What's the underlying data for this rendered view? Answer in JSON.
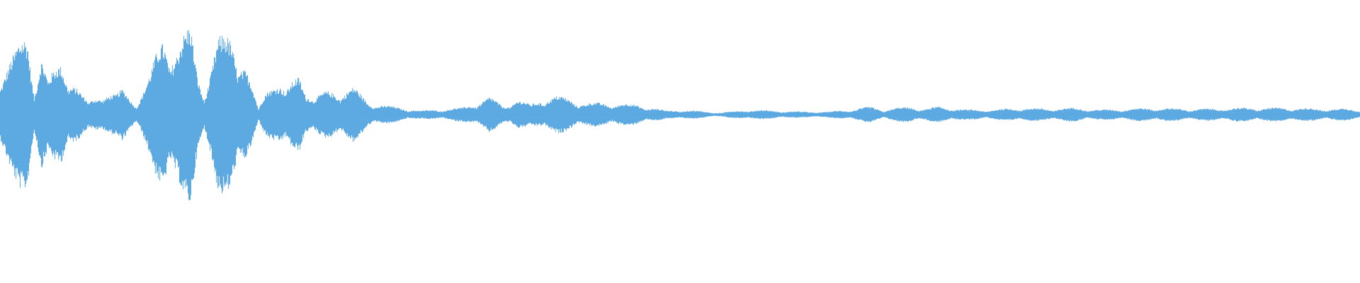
{
  "waveform": {
    "color": "#5DA9E1",
    "background": "#FFFFFF",
    "envelope_note_values": [
      [
        0.0,
        0.45
      ],
      [
        0.01,
        0.62
      ],
      [
        0.02,
        0.88
      ],
      [
        0.025,
        0.3
      ],
      [
        0.03,
        0.66
      ],
      [
        0.035,
        0.34
      ],
      [
        0.045,
        0.58
      ],
      [
        0.06,
        0.2
      ],
      [
        0.065,
        0.12
      ],
      [
        0.075,
        0.25
      ],
      [
        0.085,
        0.2
      ],
      [
        0.09,
        0.26
      ],
      [
        0.1,
        0.12
      ],
      [
        0.11,
        0.4
      ],
      [
        0.12,
        0.86
      ],
      [
        0.13,
        0.72
      ],
      [
        0.14,
        0.9
      ],
      [
        0.145,
        0.46
      ],
      [
        0.15,
        0.24
      ],
      [
        0.16,
        0.76
      ],
      [
        0.17,
        0.86
      ],
      [
        0.18,
        0.54
      ],
      [
        0.19,
        0.05
      ],
      [
        0.2,
        0.44
      ],
      [
        0.21,
        0.22
      ],
      [
        0.22,
        0.45
      ],
      [
        0.23,
        0.16
      ],
      [
        0.24,
        0.24
      ],
      [
        0.25,
        0.26
      ],
      [
        0.26,
        0.28
      ],
      [
        0.27,
        0.14
      ],
      [
        0.28,
        0.1
      ],
      [
        0.3,
        0.06
      ],
      [
        0.31,
        0.04
      ],
      [
        0.34,
        0.07
      ],
      [
        0.36,
        0.18
      ],
      [
        0.37,
        0.09
      ],
      [
        0.38,
        0.16
      ],
      [
        0.39,
        0.1
      ],
      [
        0.4,
        0.18
      ],
      [
        0.41,
        0.19
      ],
      [
        0.42,
        0.16
      ],
      [
        0.43,
        0.12
      ],
      [
        0.44,
        0.12
      ],
      [
        0.45,
        0.12
      ],
      [
        0.46,
        0.11
      ],
      [
        0.47,
        0.1
      ],
      [
        0.48,
        0.07
      ],
      [
        0.49,
        0.04
      ],
      [
        0.5,
        0.05
      ],
      [
        0.53,
        0.02
      ],
      [
        0.55,
        0.05
      ],
      [
        0.57,
        0.04
      ],
      [
        0.59,
        0.03
      ],
      [
        0.61,
        0.03
      ],
      [
        0.63,
        0.06
      ],
      [
        0.64,
        0.08
      ],
      [
        0.65,
        0.05
      ],
      [
        0.66,
        0.07
      ],
      [
        0.67,
        0.08
      ],
      [
        0.68,
        0.06
      ],
      [
        0.69,
        0.08
      ],
      [
        0.7,
        0.07
      ],
      [
        0.71,
        0.05
      ],
      [
        0.73,
        0.05
      ],
      [
        0.75,
        0.07
      ],
      [
        0.77,
        0.06
      ],
      [
        0.79,
        0.07
      ],
      [
        0.81,
        0.05
      ],
      [
        0.83,
        0.06
      ],
      [
        0.85,
        0.07
      ],
      [
        0.87,
        0.06
      ],
      [
        0.89,
        0.06
      ],
      [
        0.91,
        0.07
      ],
      [
        0.93,
        0.07
      ],
      [
        0.95,
        0.07
      ],
      [
        0.97,
        0.06
      ],
      [
        0.99,
        0.06
      ],
      [
        1.0,
        0.05
      ]
    ]
  }
}
